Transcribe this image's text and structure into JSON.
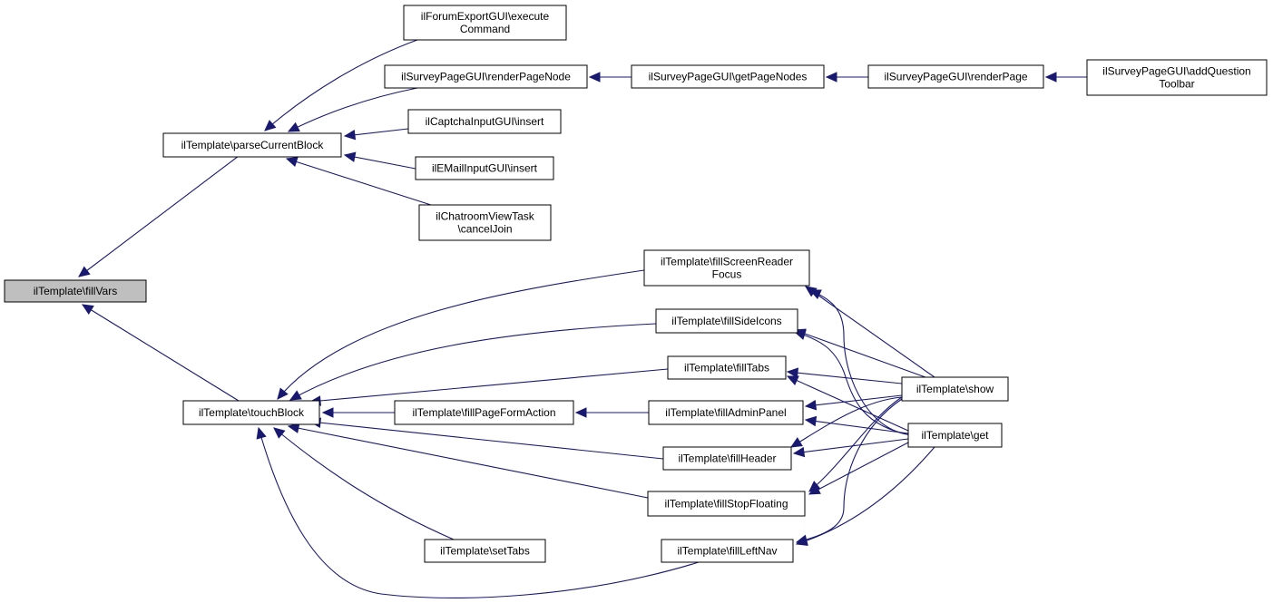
{
  "nodes": {
    "fillVars": {
      "lines": [
        "ilTemplate\\fillVars"
      ],
      "focus": true
    },
    "parseCurrentBlock": {
      "lines": [
        "ilTemplate\\parseCurrentBlock"
      ]
    },
    "touchBlock": {
      "lines": [
        "ilTemplate\\touchBlock"
      ]
    },
    "forumExecuteCommand": {
      "lines": [
        "ilForumExportGUI\\execute",
        "Command"
      ]
    },
    "renderPageNode": {
      "lines": [
        "ilSurveyPageGUI\\renderPageNode"
      ]
    },
    "getPageNodes": {
      "lines": [
        "ilSurveyPageGUI\\getPageNodes"
      ]
    },
    "renderPage": {
      "lines": [
        "ilSurveyPageGUI\\renderPage"
      ]
    },
    "addQuestionToolbar": {
      "lines": [
        "ilSurveyPageGUI\\addQuestion",
        "Toolbar"
      ]
    },
    "captchaInsert": {
      "lines": [
        "ilCaptchaInputGUI\\insert"
      ]
    },
    "emailInsert": {
      "lines": [
        "ilEMailInputGUI\\insert"
      ]
    },
    "chatroomCancelJoin": {
      "lines": [
        "ilChatroomViewTask",
        "\\cancelJoin"
      ]
    },
    "fillScreenReaderFocus": {
      "lines": [
        "ilTemplate\\fillScreenReader",
        "Focus"
      ]
    },
    "fillSideIcons": {
      "lines": [
        "ilTemplate\\fillSideIcons"
      ]
    },
    "fillTabs": {
      "lines": [
        "ilTemplate\\fillTabs"
      ]
    },
    "fillPageFormAction": {
      "lines": [
        "ilTemplate\\fillPageFormAction"
      ]
    },
    "fillAdminPanel": {
      "lines": [
        "ilTemplate\\fillAdminPanel"
      ]
    },
    "fillHeader": {
      "lines": [
        "ilTemplate\\fillHeader"
      ]
    },
    "fillStopFloating": {
      "lines": [
        "ilTemplate\\fillStopFloating"
      ]
    },
    "setTabs": {
      "lines": [
        "ilTemplate\\setTabs"
      ]
    },
    "fillLeftNav": {
      "lines": [
        "ilTemplate\\fillLeftNav"
      ]
    },
    "show": {
      "lines": [
        "ilTemplate\\show"
      ]
    },
    "get": {
      "lines": [
        "ilTemplate\\get"
      ]
    }
  },
  "edges": [
    {
      "from": "parseCurrentBlock",
      "to": "fillVars"
    },
    {
      "from": "touchBlock",
      "to": "fillVars"
    },
    {
      "from": "forumExecuteCommand",
      "to": "parseCurrentBlock"
    },
    {
      "from": "renderPageNode",
      "to": "parseCurrentBlock"
    },
    {
      "from": "captchaInsert",
      "to": "parseCurrentBlock"
    },
    {
      "from": "emailInsert",
      "to": "parseCurrentBlock"
    },
    {
      "from": "chatroomCancelJoin",
      "to": "parseCurrentBlock"
    },
    {
      "from": "getPageNodes",
      "to": "renderPageNode"
    },
    {
      "from": "renderPage",
      "to": "getPageNodes"
    },
    {
      "from": "addQuestionToolbar",
      "to": "renderPage"
    },
    {
      "from": "fillScreenReaderFocus",
      "to": "touchBlock"
    },
    {
      "from": "fillSideIcons",
      "to": "touchBlock"
    },
    {
      "from": "fillTabs",
      "to": "touchBlock"
    },
    {
      "from": "fillPageFormAction",
      "to": "touchBlock"
    },
    {
      "from": "fillHeader",
      "to": "touchBlock"
    },
    {
      "from": "fillStopFloating",
      "to": "touchBlock"
    },
    {
      "from": "setTabs",
      "to": "touchBlock"
    },
    {
      "from": "fillLeftNav",
      "to": "touchBlock"
    },
    {
      "from": "fillAdminPanel",
      "to": "fillPageFormAction"
    },
    {
      "from": "show",
      "to": "fillScreenReaderFocus"
    },
    {
      "from": "get",
      "to": "fillScreenReaderFocus"
    },
    {
      "from": "show",
      "to": "fillSideIcons"
    },
    {
      "from": "get",
      "to": "fillSideIcons"
    },
    {
      "from": "show",
      "to": "fillTabs"
    },
    {
      "from": "get",
      "to": "fillTabs"
    },
    {
      "from": "show",
      "to": "fillAdminPanel"
    },
    {
      "from": "get",
      "to": "fillAdminPanel"
    },
    {
      "from": "show",
      "to": "fillHeader"
    },
    {
      "from": "get",
      "to": "fillHeader"
    },
    {
      "from": "show",
      "to": "fillStopFloating"
    },
    {
      "from": "get",
      "to": "fillStopFloating"
    },
    {
      "from": "show",
      "to": "fillLeftNav"
    },
    {
      "from": "get",
      "to": "fillLeftNav"
    }
  ],
  "colors": {
    "edge": "#191970",
    "focus_fill": "#bfbfbf",
    "node_border": "#000000"
  }
}
